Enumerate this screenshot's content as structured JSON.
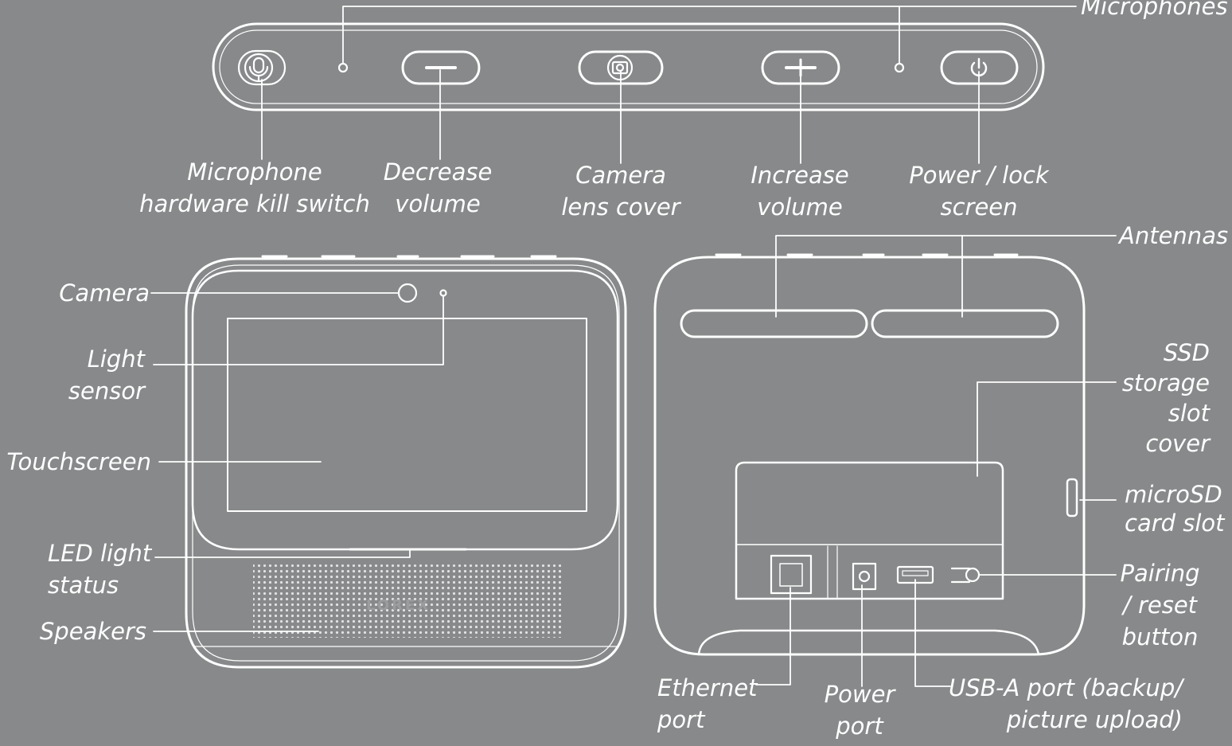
{
  "top_view": {
    "microphones": "Microphones",
    "mic_kill_switch": "Microphone\nhardware kill switch",
    "decrease_volume": "Decrease\nvolume",
    "camera_lens_cover": "Camera\nlens cover",
    "increase_volume": "Increase\nvolume",
    "power_lock": "Power / lock\nscreen"
  },
  "front_view": {
    "camera": "Camera",
    "light_sensor": "Light\nsensor",
    "touchscreen": "Touchscreen",
    "led_light_status": "LED light\nstatus",
    "speakers": "Speakers",
    "logo": "LOREX"
  },
  "back_view": {
    "antennas": "Antennas",
    "ssd_slot_cover": "SSD\nstorage\nslot\ncover",
    "microsd_slot": "microSD\ncard slot",
    "pairing_reset": "Pairing\n/ reset\nbutton",
    "ethernet_port": "Ethernet\nport",
    "power_port": "Power\nport",
    "usb_a_port": "USB-A port (backup/\npicture upload)"
  },
  "colors": {
    "background": "#87898a",
    "line": "#ffffff"
  }
}
